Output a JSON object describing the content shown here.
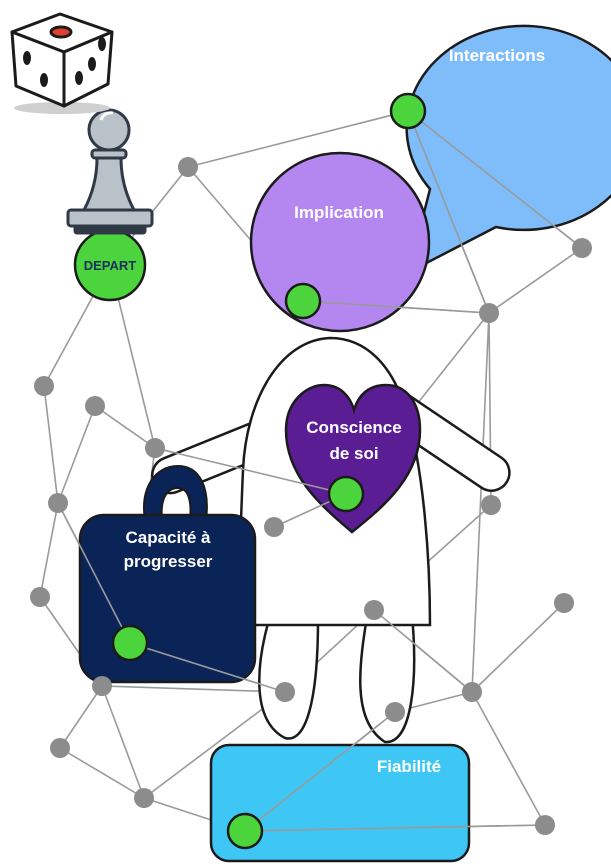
{
  "labels": {
    "interactions": "Interactions",
    "implication": "Implication",
    "conscience_line1": "Conscience",
    "conscience_line2": "de soi",
    "capacite_line1": "Capacité à",
    "capacite_line2": "progresser",
    "fiabilite": "Fiabilité",
    "depart": "DEPART"
  },
  "colors": {
    "interactions": "#7fbdfa",
    "implication": "#b487f0",
    "conscience": "#5b1d93",
    "capacite": "#0b2457",
    "fiabilite": "#3ec7f5",
    "hub": "#4cd43c",
    "node": "#8c8c8c",
    "edge": "#9a9a9a"
  },
  "icons": [
    "dice-icon",
    "pawn-icon"
  ]
}
